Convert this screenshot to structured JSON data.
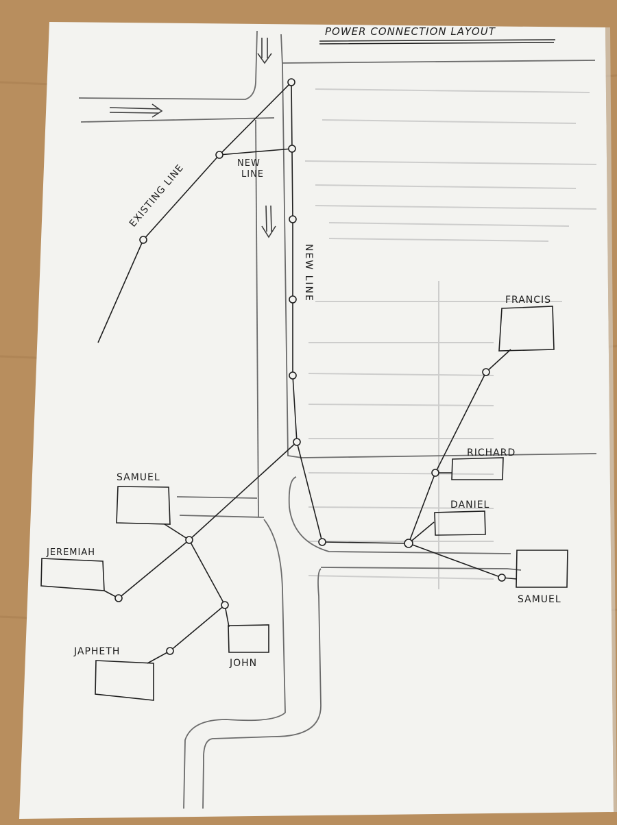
{
  "title": "POWER CONNECTION LAYOUT",
  "lines": {
    "existing": "EXISTING LINE",
    "new_branch": "NEW LINE",
    "new_vertical": "NEW LINE"
  },
  "houses": {
    "francis": "FRANCIS",
    "richard": "RICHARD",
    "daniel": "DANIEL",
    "samuel_right": "SAMUEL",
    "samuel_left": "SAMUEL",
    "jeremiah": "JEREMIAH",
    "john": "JOHN",
    "japheth": "JAPHETH"
  },
  "colors": {
    "paper": "#f4f4f1",
    "pencil": "#2a2a2a",
    "faint": "#8a8a8a",
    "table": "#cfcfcf"
  }
}
